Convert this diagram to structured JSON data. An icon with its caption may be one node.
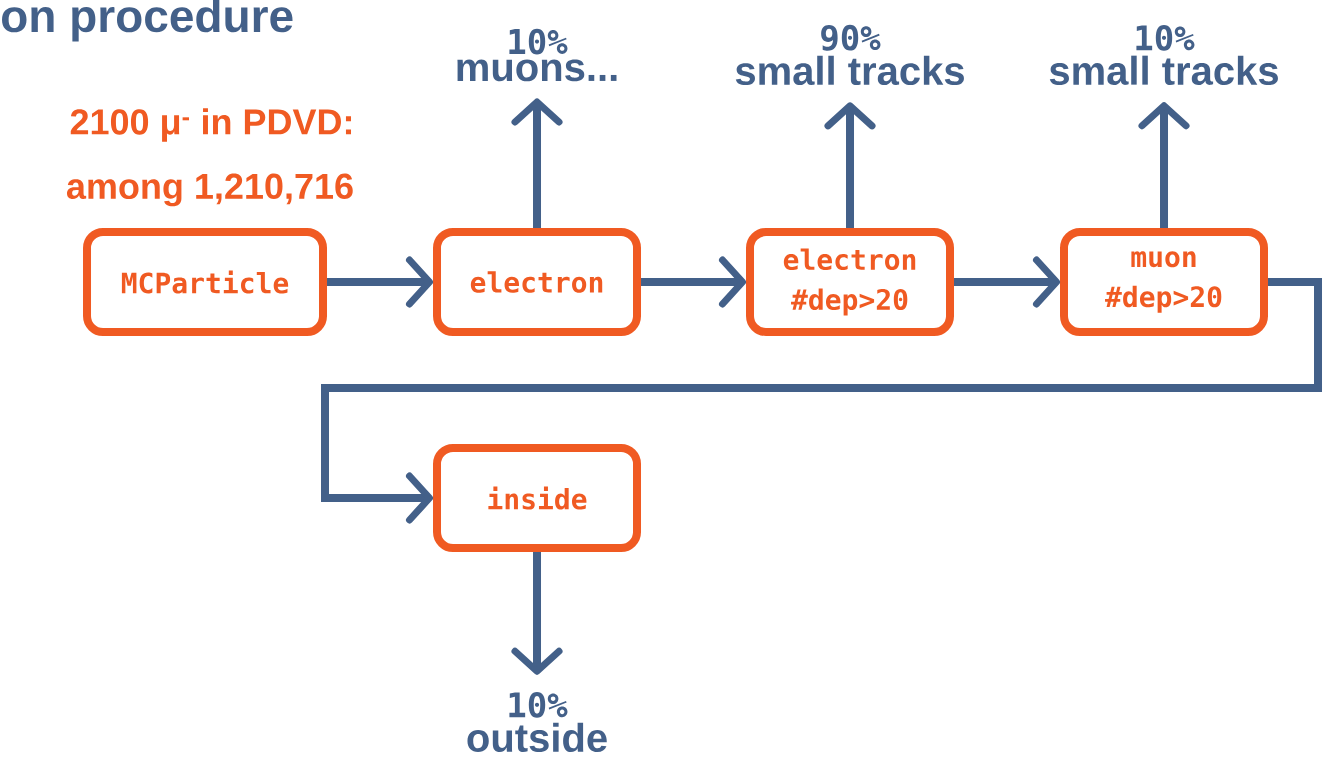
{
  "diagram": {
    "title": "on procedure",
    "nodes": [
      {
        "text": [
          "MCParticle"
        ]
      },
      {
        "text": [
          "electron"
        ]
      },
      {
        "text": [
          "electron #dep>20"
        ]
      },
      {
        "text": [
          "muon #dep>20"
        ]
      },
      {
        "text": [
          "inside"
        ]
      },
      {
        "text": [
          "10%",
          "muons..."
        ]
      },
      {
        "text": [
          "90%",
          "small tracks"
        ]
      },
      {
        "text": [
          "10%",
          "small tracks"
        ]
      },
      {
        "text": [
          "10%",
          "outside"
        ]
      }
    ],
    "edges": [
      {
        "from": 0,
        "to": 1,
        "arrow": "to"
      },
      {
        "from": 1,
        "to": 2,
        "arrow": "to"
      },
      {
        "from": 2,
        "to": 3,
        "arrow": "to"
      },
      {
        "from": 3,
        "to": 4,
        "arrow": "to"
      },
      {
        "from": 1,
        "to": 5,
        "arrow": "to"
      },
      {
        "from": 2,
        "to": 6,
        "arrow": "to"
      },
      {
        "from": 3,
        "to": 7,
        "arrow": "to"
      },
      {
        "from": 4,
        "to": 8,
        "arrow": "to"
      }
    ],
    "labels": [
      "2100 μ$^{-}$ in PDVD:",
      "among 1,210,716"
    ]
  }
}
